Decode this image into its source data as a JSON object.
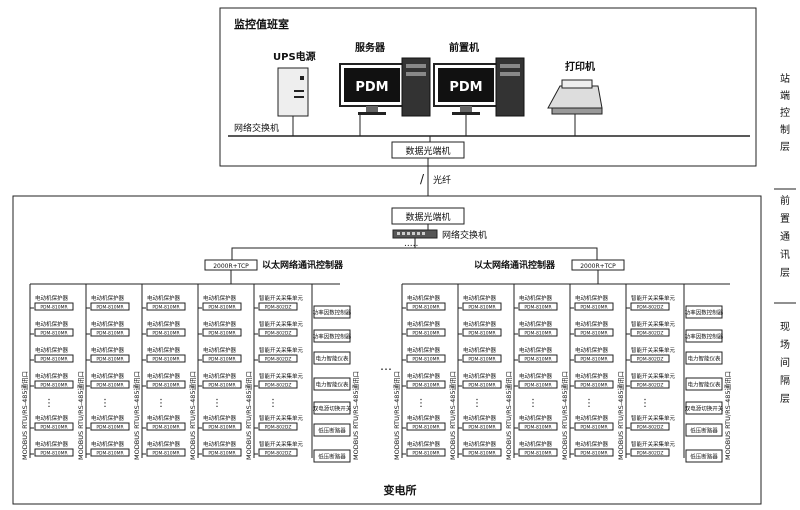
{
  "control_room": {
    "title": "监控值班室",
    "ups_label": "UPS电源",
    "server_label": "服务器",
    "frontend_label": "前置机",
    "printer_label": "打印机",
    "monitor_brand": "PDM",
    "switch_label": "网络交换机",
    "fiber_transceiver": "数据光端机"
  },
  "fiber_label": "光纤",
  "substation": {
    "fiber_transceiver": "数据光端机",
    "switch_label": "网络交换机",
    "controller_label": "以太网络通讯控制器",
    "controller_model": "2000R+TCP",
    "bus_label": "MODBUS RTU/RS-485通讯口",
    "device_protect": "电动机保护器",
    "model_protect": "PDM-810MR",
    "device_switch": "智能开关采集单元",
    "model_switch": "PDM-802DZ",
    "right_devices": [
      "功率因数控制器",
      "功率因数控制器",
      "电力智能仪表",
      "电力智能仪表",
      "双电源切换开关",
      "低压断路器",
      "低压断路器"
    ],
    "ellipsis": "…",
    "vdots": "⋮",
    "footer": "变电所"
  },
  "layers": {
    "station": "站端控制层",
    "comm": "前置通讯层",
    "bay": "现场间隔层"
  }
}
